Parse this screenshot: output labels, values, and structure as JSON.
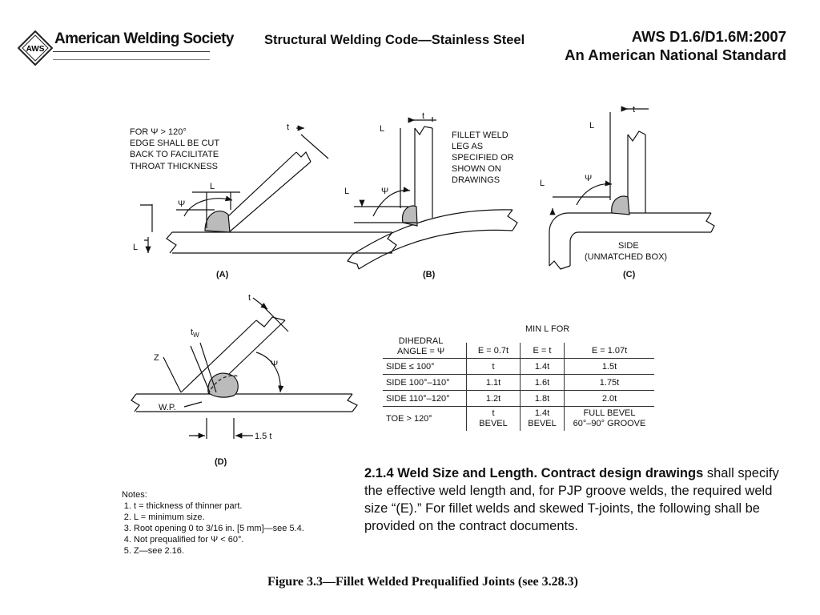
{
  "header": {
    "org_name": "American Welding Society",
    "logo_letters": "AWS",
    "doc_title": "Structural Welding Code—Stainless Steel",
    "std_number": "AWS D1.6/D1.6M:2007",
    "std_type": "An American National Standard"
  },
  "figure": {
    "panel_a": {
      "label": "(A)",
      "note_line1": "FOR Ψ > 120°",
      "note_line2": "EDGE SHALL BE CUT",
      "note_line3": "BACK TO FACILITATE",
      "note_line4": "THROAT THICKNESS",
      "t": "t",
      "L_top": "L",
      "psi": "Ψ",
      "L_left": "L"
    },
    "panel_b": {
      "label": "(B)",
      "L_top": "L",
      "t": "t",
      "note_line1": "FILLET WELD",
      "note_line2": "LEG AS",
      "note_line3": "SPECIFIED OR",
      "note_line4": "SHOWN ON",
      "note_line5": "DRAWINGS",
      "L_left": "L",
      "psi": "Ψ"
    },
    "panel_c": {
      "label": "(C)",
      "L_top": "L",
      "t": "t",
      "psi": "Ψ",
      "L_left": "L",
      "side_line1": "SIDE",
      "side_line2": "(UNMATCHED BOX)"
    },
    "panel_d": {
      "label": "(D)",
      "t": "t",
      "tw": "t",
      "tw_sub": "W",
      "z": "Z",
      "psi": "Ψ",
      "wp": "W.P.",
      "dim": "1.5 t"
    },
    "table": {
      "title": "MIN L FOR",
      "dihedral_line1": "DIHEDRAL",
      "dihedral_line2": "ANGLE = Ψ",
      "cols": [
        "E = 0.7t",
        "E = t",
        "E = 1.07t"
      ],
      "rows": [
        {
          "label": "SIDE ≤ 100°",
          "c1": "t",
          "c2": "1.4t",
          "c3": "1.5t"
        },
        {
          "label": "SIDE 100°–110°",
          "c1": "1.1t",
          "c2": "1.6t",
          "c3": "1.75t"
        },
        {
          "label": "SIDE 110°–120°",
          "c1": "1.2t",
          "c2": "1.8t",
          "c3": "2.0t"
        }
      ],
      "toe_label": "TOE > 120°",
      "toe_c1_line1": "t",
      "toe_c1_line2": "BEVEL",
      "toe_c2_line1": "1.4t",
      "toe_c2_line2": "BEVEL",
      "toe_c3_line1": "FULL BEVEL",
      "toe_c3_line2": "60°–90° GROOVE"
    }
  },
  "notes": {
    "heading": "Notes:",
    "items": [
      "t = thickness of thinner part.",
      "L = minimum size.",
      "Root opening 0 to 3/16 in. [5 mm]—see 5.4.",
      "Not prequalified for Ψ < 60°.",
      "Z—see 2.16."
    ]
  },
  "paragraph": {
    "bold": "2.1.4 Weld Size and Length. Contract design drawings",
    "text": "shall specify the effective weld length and, for PJP groove welds, the required weld size “(E).” For fillet welds and skewed T-joints, the following shall be provided on the contract documents."
  },
  "caption": "Figure 3.3—Fillet Welded Prequalified Joints (see 3.28.3)"
}
